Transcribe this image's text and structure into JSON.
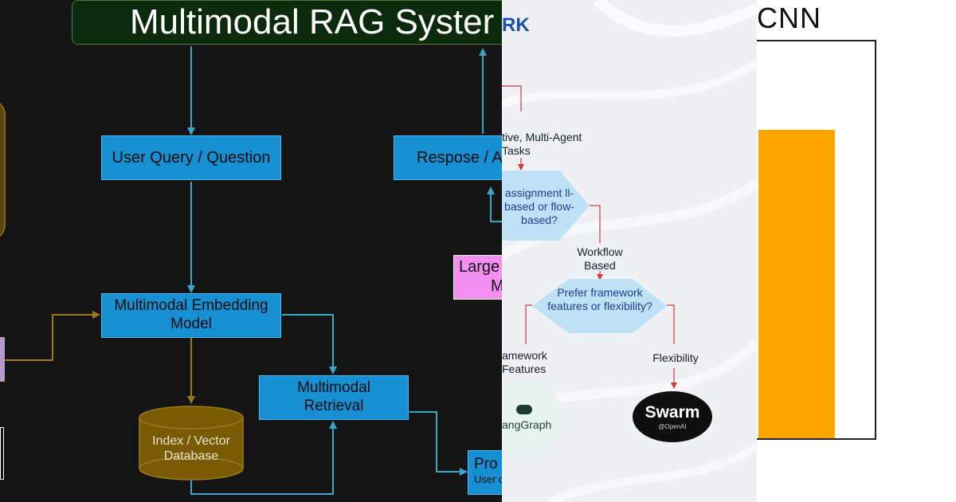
{
  "rag": {
    "title": "Multimodal RAG Syster",
    "user_query": "User Query / Question",
    "response": "Respose / A",
    "embedding": "Multimodal Embedding Model",
    "retrieval": "Multimodal Retrieval",
    "database": "Index / Vector Database",
    "llm": "Large",
    "llm_line2": "Mo",
    "prompt": "Pro",
    "prompt_sub": "User q"
  },
  "framework": {
    "title_fragment": "RK",
    "multi_agent": "tive, Multi-Agent Tasks",
    "assignment_q": "assignment ll-based or flow-based?",
    "workflow_based": "Workflow Based",
    "prefer_q": "Prefer framework features or flexibility?",
    "framework_features": "amework Features",
    "flexibility": "Flexibility",
    "langgraph": "angGraph",
    "swarm": "Swarm",
    "swarm_sub": "@OpenAI"
  },
  "cnn": {
    "title": "CNN"
  },
  "colors": {
    "rag_bg": "#141414",
    "rag_blue": "#168fd3",
    "rag_arrow_teal": "#3aa7c8",
    "rag_arrow_gold": "#9a7a16",
    "rag_db": "#7a5b05",
    "llm_pink": "#f28ff0",
    "flow_red": "#d23a3a",
    "diamond_fill": "#bfe1f5",
    "bar_orange": "#ffa500"
  }
}
